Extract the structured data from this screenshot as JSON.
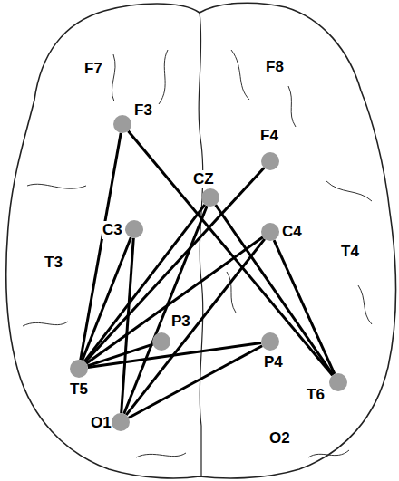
{
  "diagram": {
    "nodes": [
      {
        "text": [
          "F3"
        ]
      },
      {
        "text": [
          "F4"
        ]
      },
      {
        "text": [
          "CZ"
        ]
      },
      {
        "text": [
          "C3"
        ]
      },
      {
        "text": [
          "C4"
        ]
      },
      {
        "text": [
          "P3"
        ]
      },
      {
        "text": [
          "P4"
        ]
      },
      {
        "text": [
          "T5"
        ]
      },
      {
        "text": [
          "T6"
        ]
      },
      {
        "text": [
          "O1"
        ]
      }
    ],
    "edges": [
      {
        "from": 0,
        "to": 7,
        "arrow": "none"
      },
      {
        "from": 0,
        "to": 8,
        "arrow": "none"
      },
      {
        "from": 2,
        "to": 7,
        "arrow": "none"
      },
      {
        "from": 2,
        "to": 9,
        "arrow": "none"
      },
      {
        "from": 2,
        "to": 8,
        "arrow": "none"
      },
      {
        "from": 1,
        "to": 7,
        "arrow": "none"
      },
      {
        "from": 3,
        "to": 7,
        "arrow": "none"
      },
      {
        "from": 3,
        "to": 9,
        "arrow": "none"
      },
      {
        "from": 4,
        "to": 7,
        "arrow": "none"
      },
      {
        "from": 4,
        "to": 9,
        "arrow": "none"
      },
      {
        "from": 4,
        "to": 8,
        "arrow": "none"
      },
      {
        "from": 5,
        "to": 7,
        "arrow": "none"
      },
      {
        "from": 6,
        "to": 7,
        "arrow": "none"
      },
      {
        "from": 6,
        "to": 9,
        "arrow": "none"
      }
    ],
    "labels": [
      "F7",
      "F8",
      "T3",
      "T4",
      "O2"
    ]
  }
}
